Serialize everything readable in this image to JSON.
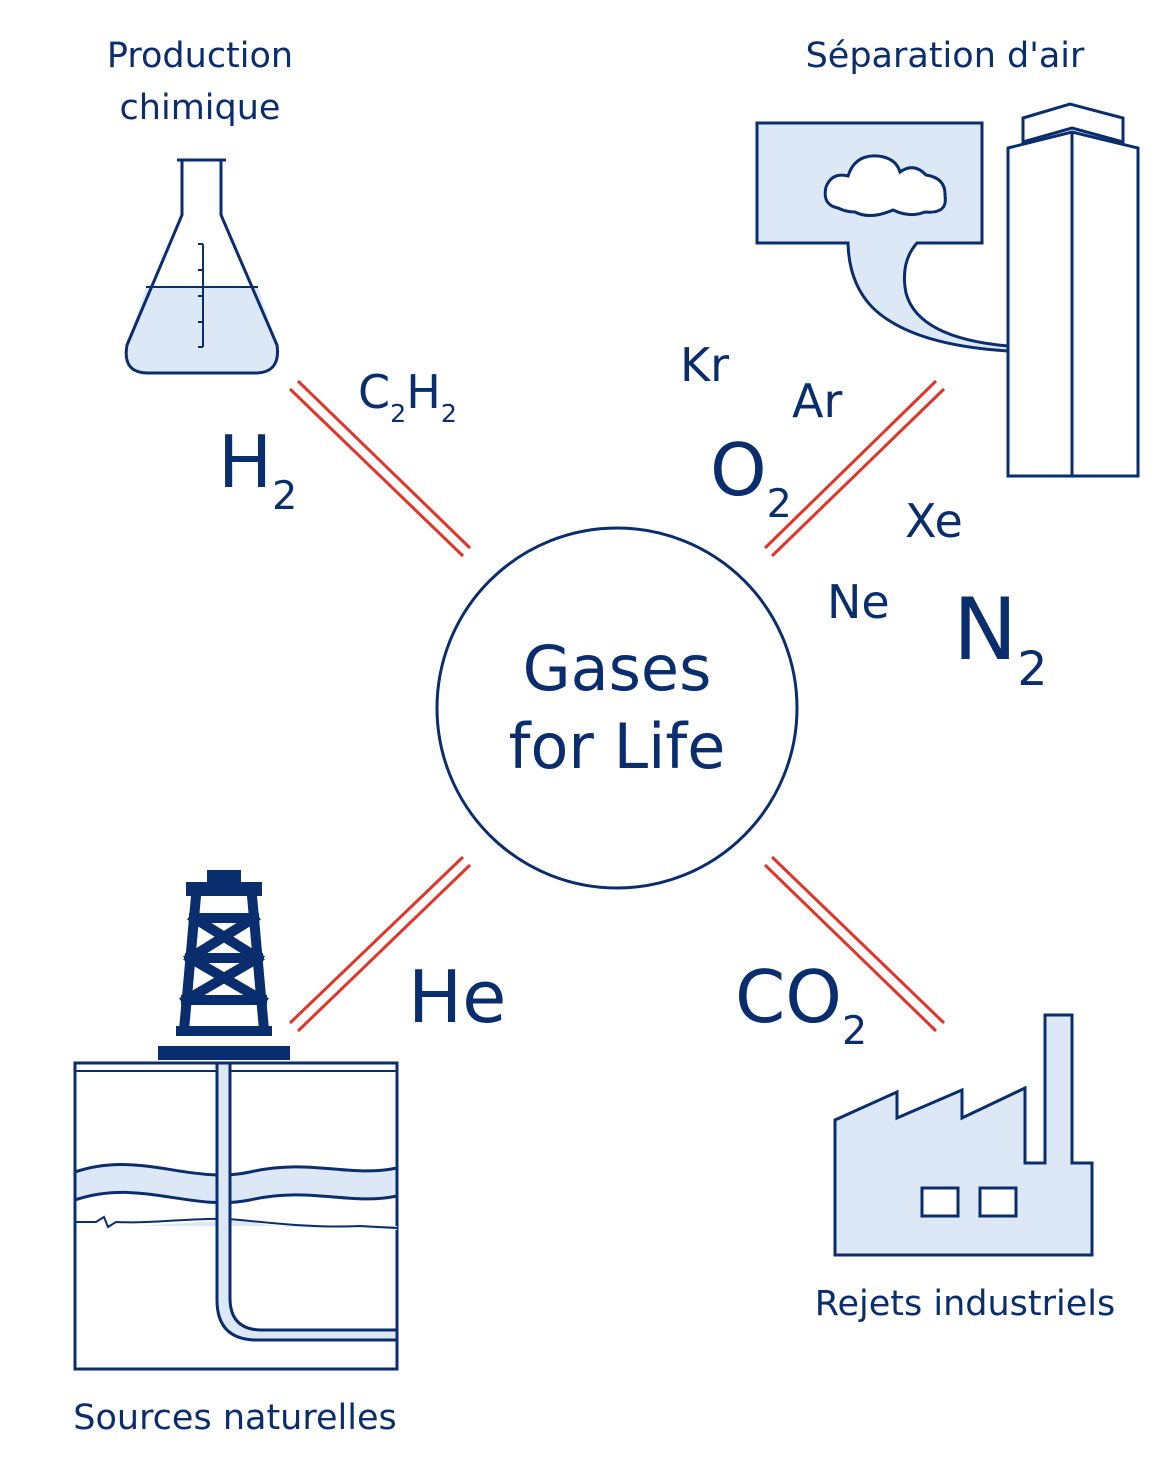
{
  "center": {
    "line1": "Gases",
    "line2": "for Life"
  },
  "sources": {
    "chemical": {
      "line1": "Production",
      "line2": "chimique"
    },
    "air": {
      "label": "Séparation d'air"
    },
    "natural": {
      "label": "Sources naturelles"
    },
    "industrial": {
      "label": "Rejets industriels"
    }
  },
  "gases": {
    "c2h2": {
      "sym1": "C",
      "sub1": "2",
      "sym2": "H",
      "sub2": "2"
    },
    "h2": {
      "sym": "H",
      "sub": "2"
    },
    "kr": "Kr",
    "ar": "Ar",
    "o2": {
      "sym": "O",
      "sub": "2"
    },
    "xe": "Xe",
    "ne": "Ne",
    "n2": {
      "sym": "N",
      "sub": "2"
    },
    "he": "He",
    "co2": {
      "sym": "CO",
      "sub": "2"
    }
  },
  "colors": {
    "navy": "#0a2d6e",
    "light_fill": "#dde8f7",
    "connector_red": "#e3342a"
  },
  "icons": [
    "flask-icon",
    "air-separation-icon",
    "oil-rig-icon",
    "factory-icon"
  ]
}
